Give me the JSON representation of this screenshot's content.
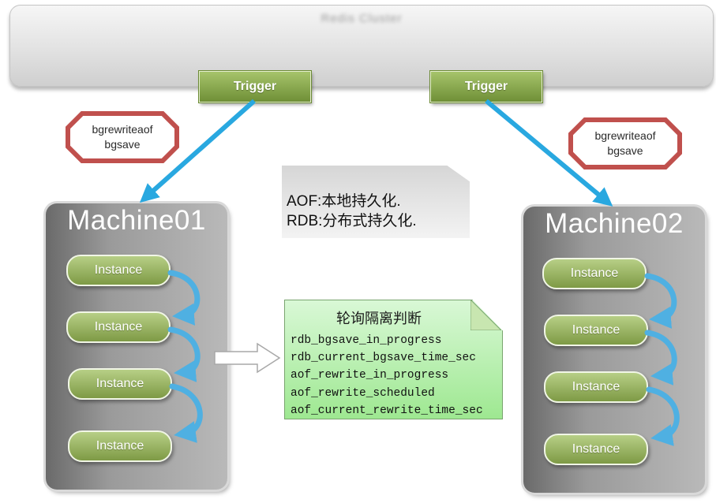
{
  "header": {
    "title": "Redis Cluster"
  },
  "triggers": {
    "left": "Trigger",
    "right": "Trigger"
  },
  "badges": {
    "left": {
      "line1": "bgrewriteaof",
      "line2": "bgsave"
    },
    "right": {
      "line1": "bgrewriteaof",
      "line2": "bgsave"
    }
  },
  "note": {
    "line1": "AOF:本地持久化.",
    "line2": "RDB:分布式持久化."
  },
  "machines": [
    {
      "name": "Machine01",
      "instances": [
        "Instance",
        "Instance",
        "Instance",
        "Instance"
      ]
    },
    {
      "name": "Machine02",
      "instances": [
        "Instance",
        "Instance",
        "Instance",
        "Instance"
      ]
    }
  ],
  "check_doc": {
    "title": "轮询隔离判断",
    "items": [
      "rdb_bgsave_in_progress",
      "rdb_current_bgsave_time_sec",
      "aof_rewrite_in_progress",
      "aof_rewrite_scheduled",
      "aof_current_rewrite_time_sec"
    ]
  },
  "colors": {
    "trigger_green": "#7fa043",
    "badge_border": "#c0504d",
    "blue_arrow": "#29a8e0",
    "doc_green": "#b5f0ab",
    "machine_gray": "#9a9a9a"
  }
}
